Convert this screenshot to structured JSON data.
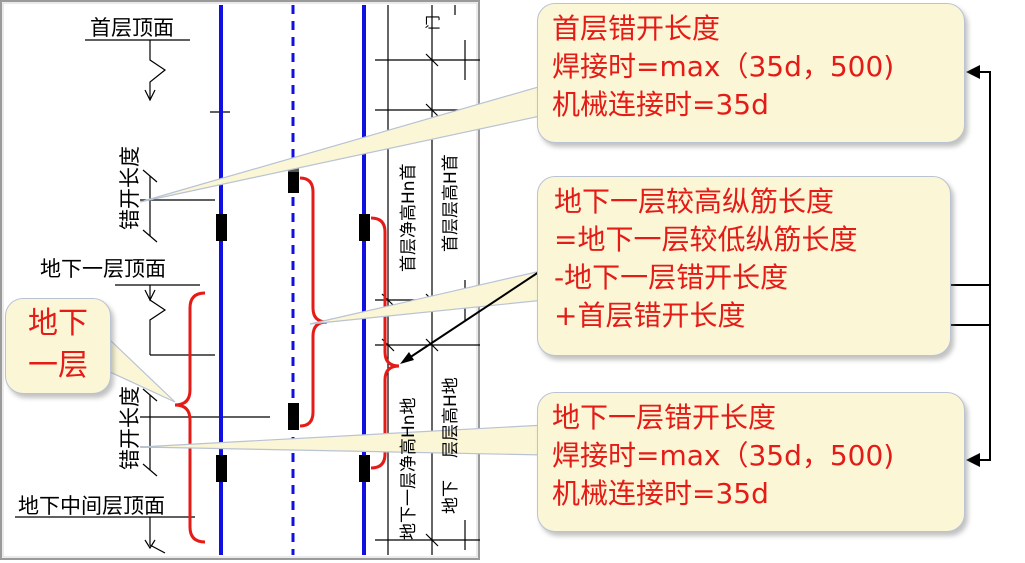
{
  "drawing": {
    "labels": {
      "first_floor_top": "首层顶面",
      "b1_top": "地下一层顶面",
      "b_mid_top": "地下中间层顶面",
      "stagger_upper": "错开长度",
      "stagger_lower": "错开长度",
      "first_clear_height": "首层净高Hn首",
      "first_story_height": "首层层高H首",
      "b1_clear_height": "地下一层净高Hn地",
      "b1_story_height": "层层高H地",
      "b_prefix": "地下",
      "top_right_fragment": "门"
    },
    "bracket_label": [
      "地下",
      "一层"
    ]
  },
  "callouts": {
    "first_floor": [
      "首层错开长度",
      "焊接时=max（35d，500)",
      "机械连接时=35d"
    ],
    "formula": [
      "地下一层较高纵筋长度",
      "=地下一层较低纵筋长度",
      "-地下一层错开长度",
      "+首层错开长度"
    ],
    "b1": [
      "地下一层错开长度",
      "焊接时=max（35d，500)",
      "机械连接时=35d"
    ]
  },
  "colors": {
    "text_red": "#e41b17",
    "column_blue": "#1010e0",
    "callout_fill": "#fbf6d6",
    "callout_border": "#b9c3d3"
  }
}
